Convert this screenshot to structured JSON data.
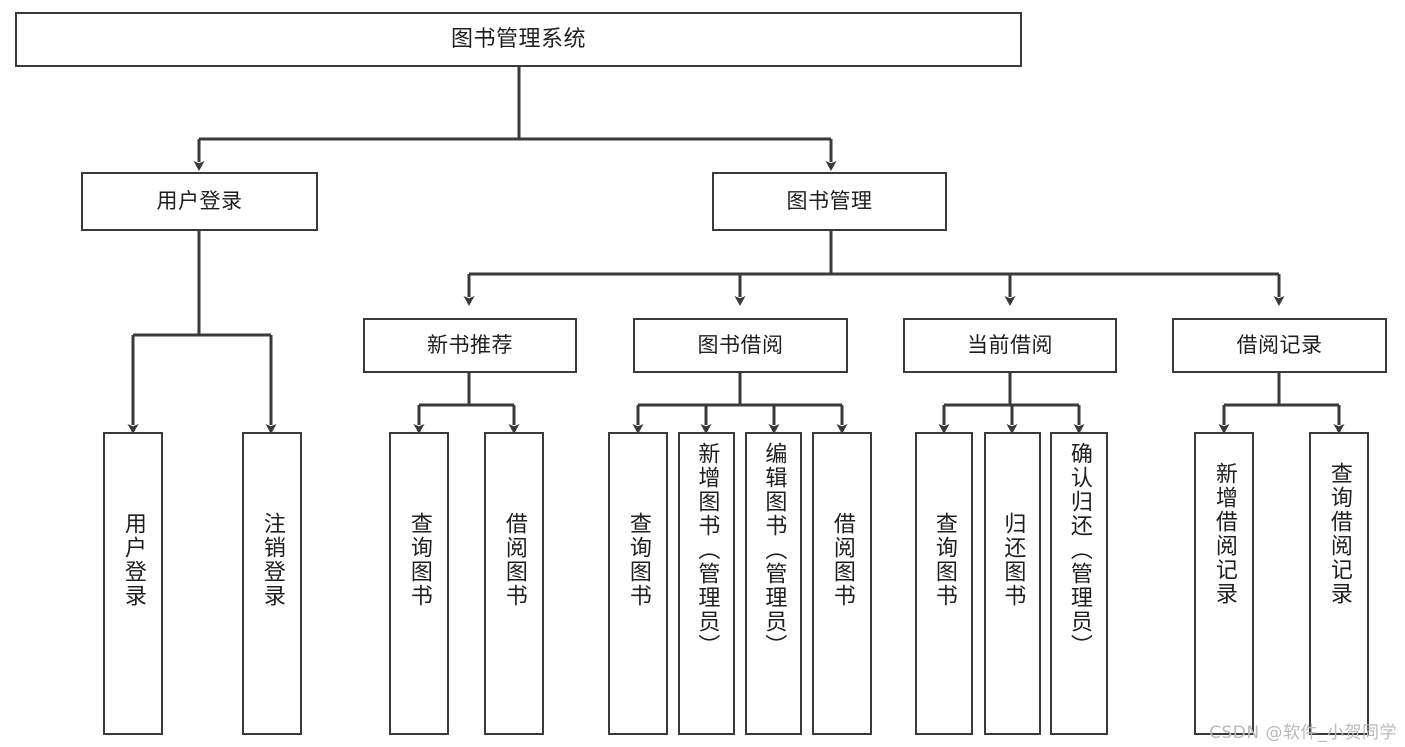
{
  "diagram": {
    "title": "图书管理系统",
    "type": "tree-hierarchy-diagram",
    "root": {
      "label": "图书管理系统"
    },
    "level1": [
      {
        "label": "用户登录"
      },
      {
        "label": "图书管理"
      }
    ],
    "level2": [
      {
        "label": "新书推荐"
      },
      {
        "label": "图书借阅"
      },
      {
        "label": "当前借阅"
      },
      {
        "label": "借阅记录"
      }
    ],
    "leaves": {
      "user_login": [
        {
          "label": "用户登录"
        },
        {
          "label": "注销登录"
        }
      ],
      "new_book_recommend": [
        {
          "label": "查询图书"
        },
        {
          "label": "借阅图书"
        }
      ],
      "book_borrow": [
        {
          "label": "查询图书"
        },
        {
          "label": "新增图书（管理员）"
        },
        {
          "label": "编辑图书（管理员）"
        },
        {
          "label": "借阅图书"
        }
      ],
      "current_borrow": [
        {
          "label": "查询图书"
        },
        {
          "label": "归还图书"
        },
        {
          "label": "确认归还（管理员）"
        }
      ],
      "borrow_record": [
        {
          "label": "新增借阅记录"
        },
        {
          "label": "查询借阅记录"
        }
      ]
    }
  },
  "watermark": {
    "text": "CSDN @软件_小贺同学"
  },
  "colors": {
    "box_border": "#3a3a3a",
    "box_fill": "#ffffff",
    "line": "#3a3a3a",
    "text": "#1f1f1f",
    "watermark": "#b9b9b9",
    "background": "#ffffff"
  }
}
